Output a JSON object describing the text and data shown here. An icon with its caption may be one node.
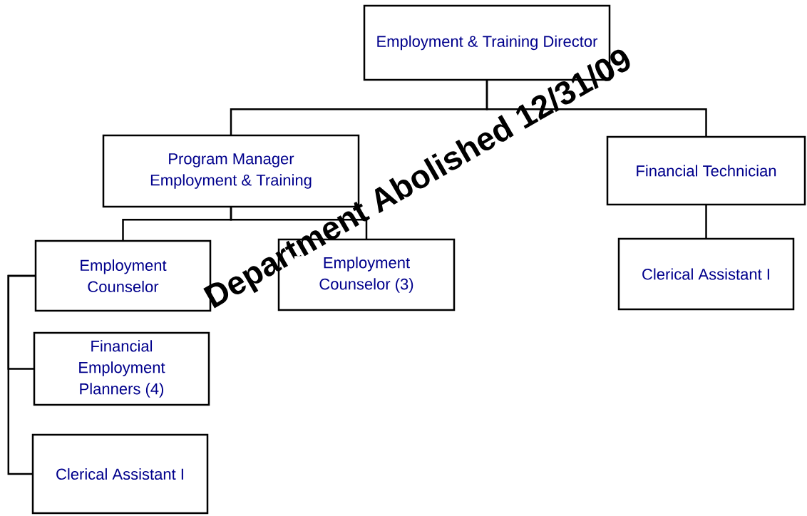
{
  "diagram": {
    "nodes": [
      {
        "text": [
          "Employment & Training Director"
        ]
      },
      {
        "text": [
          "Program Manager Employment & Training"
        ]
      },
      {
        "text": [
          "Financial Technician"
        ]
      },
      {
        "text": [
          "Employment Counselor"
        ]
      },
      {
        "text": [
          "Employment Counselor (3)"
        ]
      },
      {
        "text": [
          "Financial Employment Planners (4)"
        ]
      },
      {
        "text": [
          "Clerical Assistant I"
        ]
      },
      {
        "text": [
          "Clerical Assistant I"
        ]
      }
    ],
    "edges": [
      {
        "from": 0,
        "to": 1,
        "arrow": "none"
      },
      {
        "from": 0,
        "to": 2,
        "arrow": "none"
      },
      {
        "from": 1,
        "to": 3,
        "arrow": "none"
      },
      {
        "from": 1,
        "to": 4,
        "arrow": "none"
      },
      {
        "from": 3,
        "to": 5,
        "arrow": "none"
      },
      {
        "from": 3,
        "to": 6,
        "arrow": "none"
      },
      {
        "from": 2,
        "to": 7,
        "arrow": "none"
      }
    ],
    "labels": [
      "Department Abolished 12/31/09"
    ]
  }
}
